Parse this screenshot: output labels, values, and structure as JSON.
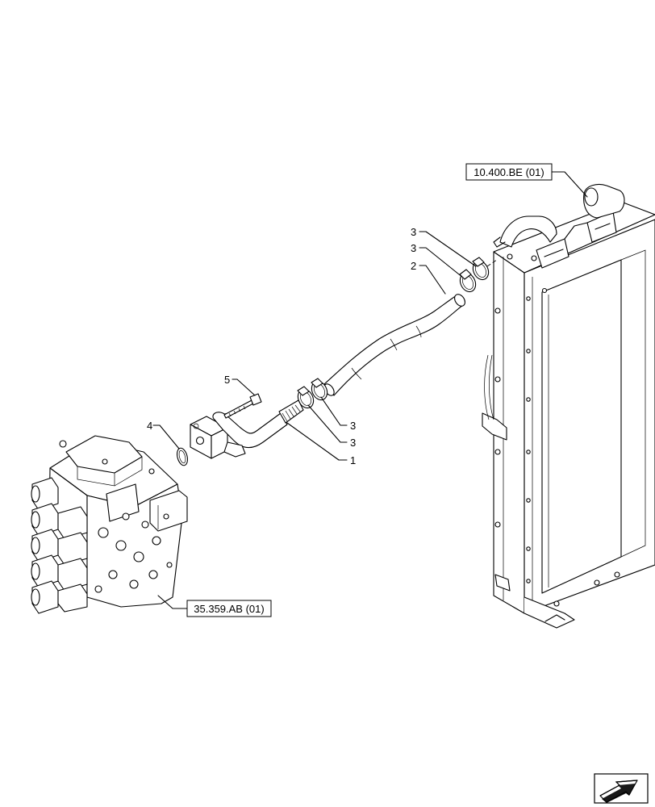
{
  "diagram": {
    "references": [
      {
        "text": "10.400.BE (01)"
      },
      {
        "text": "35.359.AB (01)"
      }
    ],
    "callouts": [
      {
        "text": "1"
      },
      {
        "text": "2"
      },
      {
        "text": "3"
      },
      {
        "text": "3"
      },
      {
        "text": "3"
      },
      {
        "text": "3"
      },
      {
        "text": "4"
      },
      {
        "text": "5"
      }
    ]
  },
  "nav": {
    "icon": "next-page-arrow-icon"
  }
}
